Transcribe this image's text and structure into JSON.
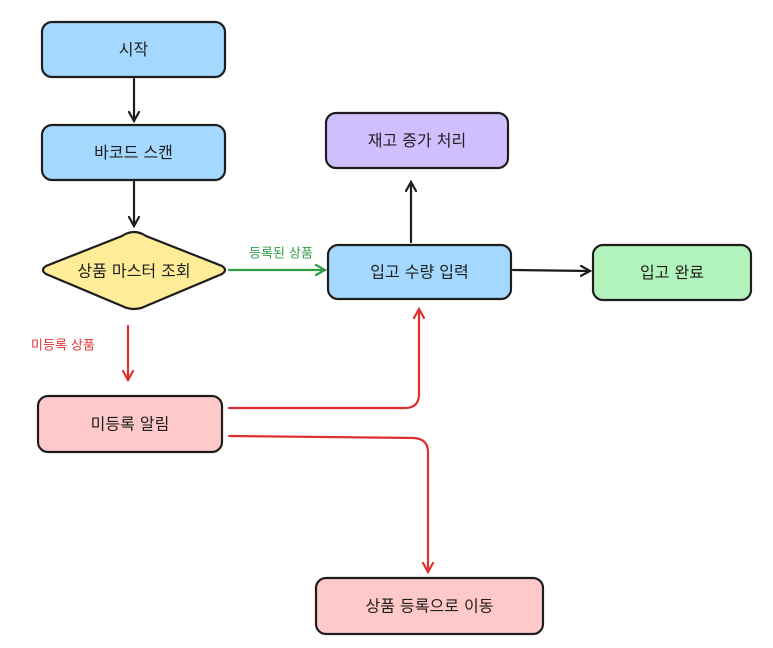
{
  "diagram": {
    "type": "flowchart",
    "colors": {
      "process": "#a5d8ff",
      "decision": "#ffec99",
      "error": "#ffc9c9",
      "secondary": "#d0bfff",
      "end": "#b2f2bb",
      "edge_default": "#1e1e1e",
      "edge_registered": "#2f9e44",
      "edge_unregistered": "#e03131"
    },
    "nodes": {
      "start": "시작",
      "scan": "바코드 스캔",
      "lookup": "상품 마스터 조회",
      "unregistered_alert": "미등록 알림",
      "goto_register": "상품 등록으로 이동",
      "input_qty": "입고 수량 입력",
      "stock_increase": "재고 증가 처리",
      "done": "입고 완료"
    },
    "edges": {
      "registered": "등록된 상품",
      "unregistered": "미등록 상품"
    }
  }
}
